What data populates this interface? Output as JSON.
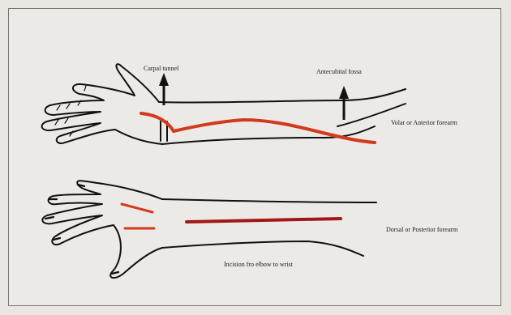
{
  "labels": {
    "carpal_tunnel": "Carpal tunnel",
    "antecubital_fossa": "Antecubital fossa",
    "volar_forearm": "Volar or Anterior forearm",
    "dorsal_forearm": "Dorsal or Posterior forearm",
    "incision": "Incision fro elbow to wrist"
  },
  "colors": {
    "ink": "#111111",
    "incision_red": "#d23a1e",
    "incision_dark_red": "#a01818",
    "background": "#eceae6"
  },
  "icons": {
    "carpal_arrow": "arrow-up-icon",
    "antecubital_arrow": "arrow-up-icon"
  }
}
